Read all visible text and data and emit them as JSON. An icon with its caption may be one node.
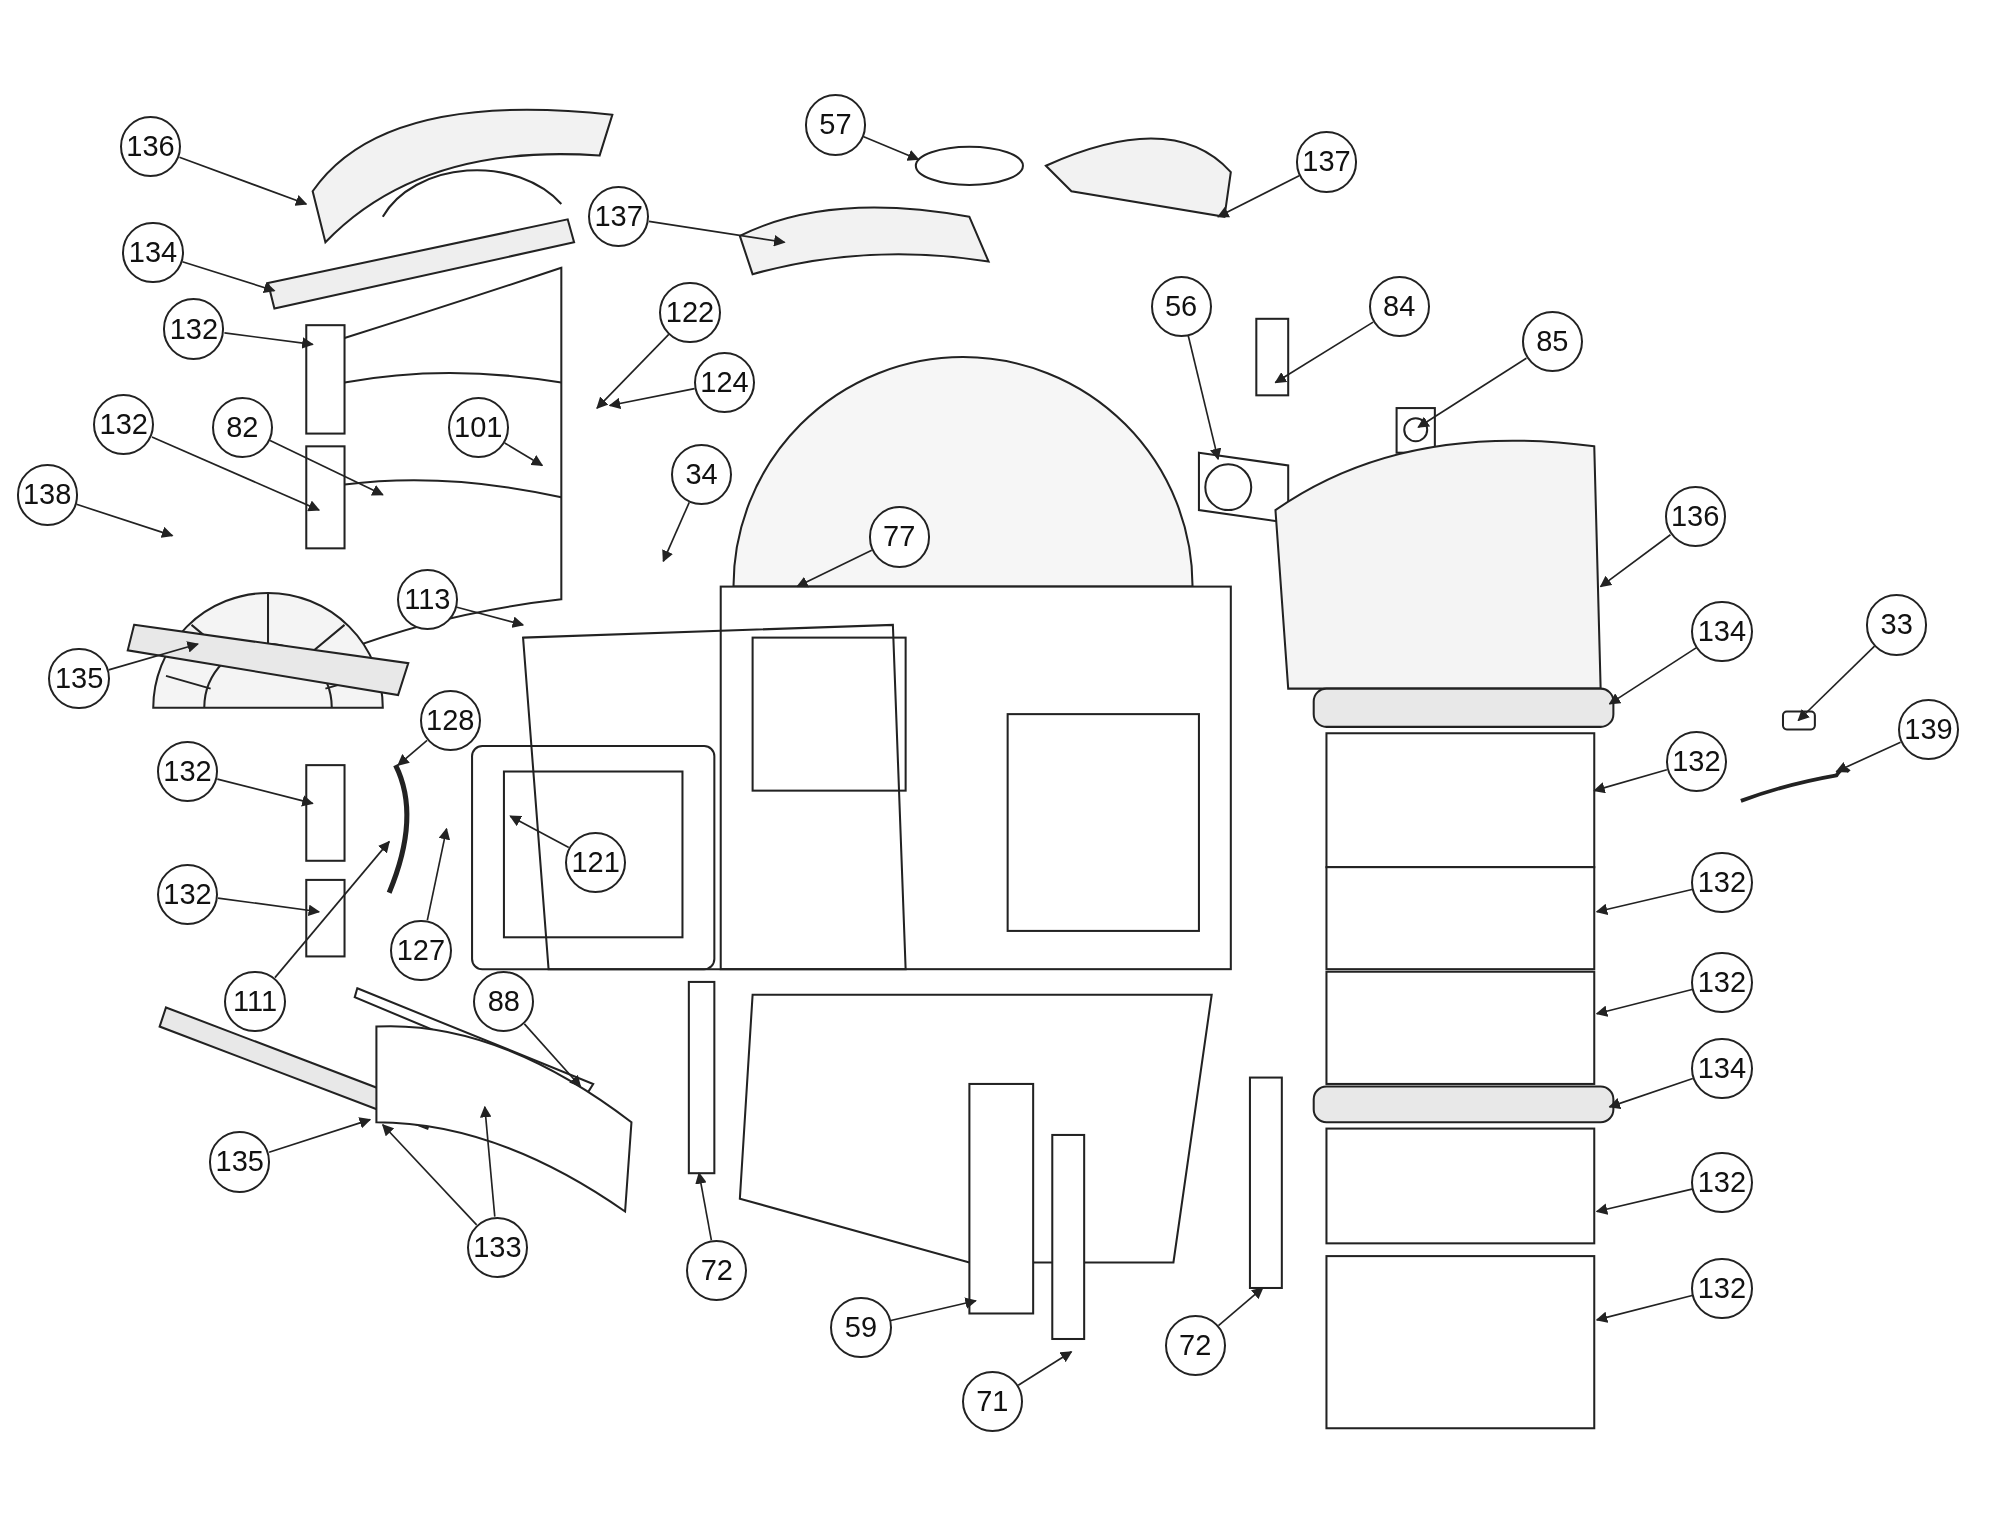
{
  "diagram": {
    "nodes": [
      {
        "text": [
          "136"
        ]
      },
      {
        "text": [
          "57"
        ]
      },
      {
        "text": [
          "137"
        ]
      },
      {
        "text": [
          "137"
        ]
      },
      {
        "text": [
          "134"
        ]
      },
      {
        "text": [
          "132"
        ]
      },
      {
        "text": [
          "122"
        ]
      },
      {
        "text": [
          "56"
        ]
      },
      {
        "text": [
          "84"
        ]
      },
      {
        "text": [
          "85"
        ]
      },
      {
        "text": [
          "124"
        ]
      },
      {
        "text": [
          "82"
        ]
      },
      {
        "text": [
          "132"
        ]
      },
      {
        "text": [
          "101"
        ]
      },
      {
        "text": [
          "34"
        ]
      },
      {
        "text": [
          "138"
        ]
      },
      {
        "text": [
          "136"
        ]
      },
      {
        "text": [
          "77"
        ]
      },
      {
        "text": [
          "113"
        ]
      },
      {
        "text": [
          "134"
        ]
      },
      {
        "text": [
          "33"
        ]
      },
      {
        "text": [
          "135"
        ]
      },
      {
        "text": [
          "128"
        ]
      },
      {
        "text": [
          "139"
        ]
      },
      {
        "text": [
          "132"
        ]
      },
      {
        "text": [
          "132"
        ]
      },
      {
        "text": [
          "121"
        ]
      },
      {
        "text": [
          "132"
        ]
      },
      {
        "text": [
          "132"
        ]
      },
      {
        "text": [
          "127"
        ]
      },
      {
        "text": [
          "111"
        ]
      },
      {
        "text": [
          "132"
        ]
      },
      {
        "text": [
          "88"
        ]
      },
      {
        "text": [
          "134"
        ]
      },
      {
        "text": [
          "135"
        ]
      },
      {
        "text": [
          "132"
        ]
      },
      {
        "text": [
          "133"
        ]
      },
      {
        "text": [
          "72"
        ]
      },
      {
        "text": [
          "59"
        ]
      },
      {
        "text": [
          "72"
        ]
      },
      {
        "text": [
          "132"
        ]
      },
      {
        "text": [
          "71"
        ]
      }
    ],
    "edges": [
      {
        "from": 0,
        "to": null,
        "arrow": "to"
      },
      {
        "from": 1,
        "to": null,
        "arrow": "to"
      },
      {
        "from": 2,
        "to": null,
        "arrow": "to"
      },
      {
        "from": 3,
        "to": null,
        "arrow": "to"
      },
      {
        "from": 4,
        "to": null,
        "arrow": "to"
      },
      {
        "from": 5,
        "to": null,
        "arrow": "to"
      },
      {
        "from": 6,
        "to": null,
        "arrow": "to"
      },
      {
        "from": 7,
        "to": null,
        "arrow": "to"
      },
      {
        "from": 8,
        "to": null,
        "arrow": "to"
      },
      {
        "from": 9,
        "to": null,
        "arrow": "to"
      },
      {
        "from": 10,
        "to": null,
        "arrow": "to"
      },
      {
        "from": 11,
        "to": null,
        "arrow": "to"
      },
      {
        "from": 12,
        "to": null,
        "arrow": "to"
      },
      {
        "from": 13,
        "to": null,
        "arrow": "to"
      },
      {
        "from": 14,
        "to": null,
        "arrow": "to"
      },
      {
        "from": 15,
        "to": null,
        "arrow": "to"
      },
      {
        "from": 16,
        "to": null,
        "arrow": "to"
      },
      {
        "from": 17,
        "to": null,
        "arrow": "to"
      },
      {
        "from": 18,
        "to": null,
        "arrow": "to"
      },
      {
        "from": 19,
        "to": null,
        "arrow": "to"
      },
      {
        "from": 20,
        "to": null,
        "arrow": "to"
      },
      {
        "from": 21,
        "to": null,
        "arrow": "to"
      },
      {
        "from": 22,
        "to": null,
        "arrow": "to"
      },
      {
        "from": 23,
        "to": null,
        "arrow": "to"
      },
      {
        "from": 24,
        "to": null,
        "arrow": "to"
      },
      {
        "from": 25,
        "to": null,
        "arrow": "to"
      },
      {
        "from": 26,
        "to": null,
        "arrow": "to"
      },
      {
        "from": 27,
        "to": null,
        "arrow": "to"
      },
      {
        "from": 28,
        "to": null,
        "arrow": "to"
      },
      {
        "from": 29,
        "to": null,
        "arrow": "to"
      },
      {
        "from": 30,
        "to": null,
        "arrow": "to"
      },
      {
        "from": 31,
        "to": null,
        "arrow": "to"
      },
      {
        "from": 32,
        "to": null,
        "arrow": "to"
      },
      {
        "from": 33,
        "to": null,
        "arrow": "to"
      },
      {
        "from": 34,
        "to": null,
        "arrow": "to"
      },
      {
        "from": 35,
        "to": null,
        "arrow": "to"
      },
      {
        "from": 36,
        "to": null,
        "arrow": "to"
      },
      {
        "from": 36,
        "to": null,
        "arrow": "to"
      },
      {
        "from": 37,
        "to": null,
        "arrow": "to"
      },
      {
        "from": 38,
        "to": null,
        "arrow": "to"
      },
      {
        "from": 39,
        "to": null,
        "arrow": "to"
      },
      {
        "from": 40,
        "to": null,
        "arrow": "to"
      },
      {
        "from": 41,
        "to": null,
        "arrow": "to"
      }
    ]
  }
}
